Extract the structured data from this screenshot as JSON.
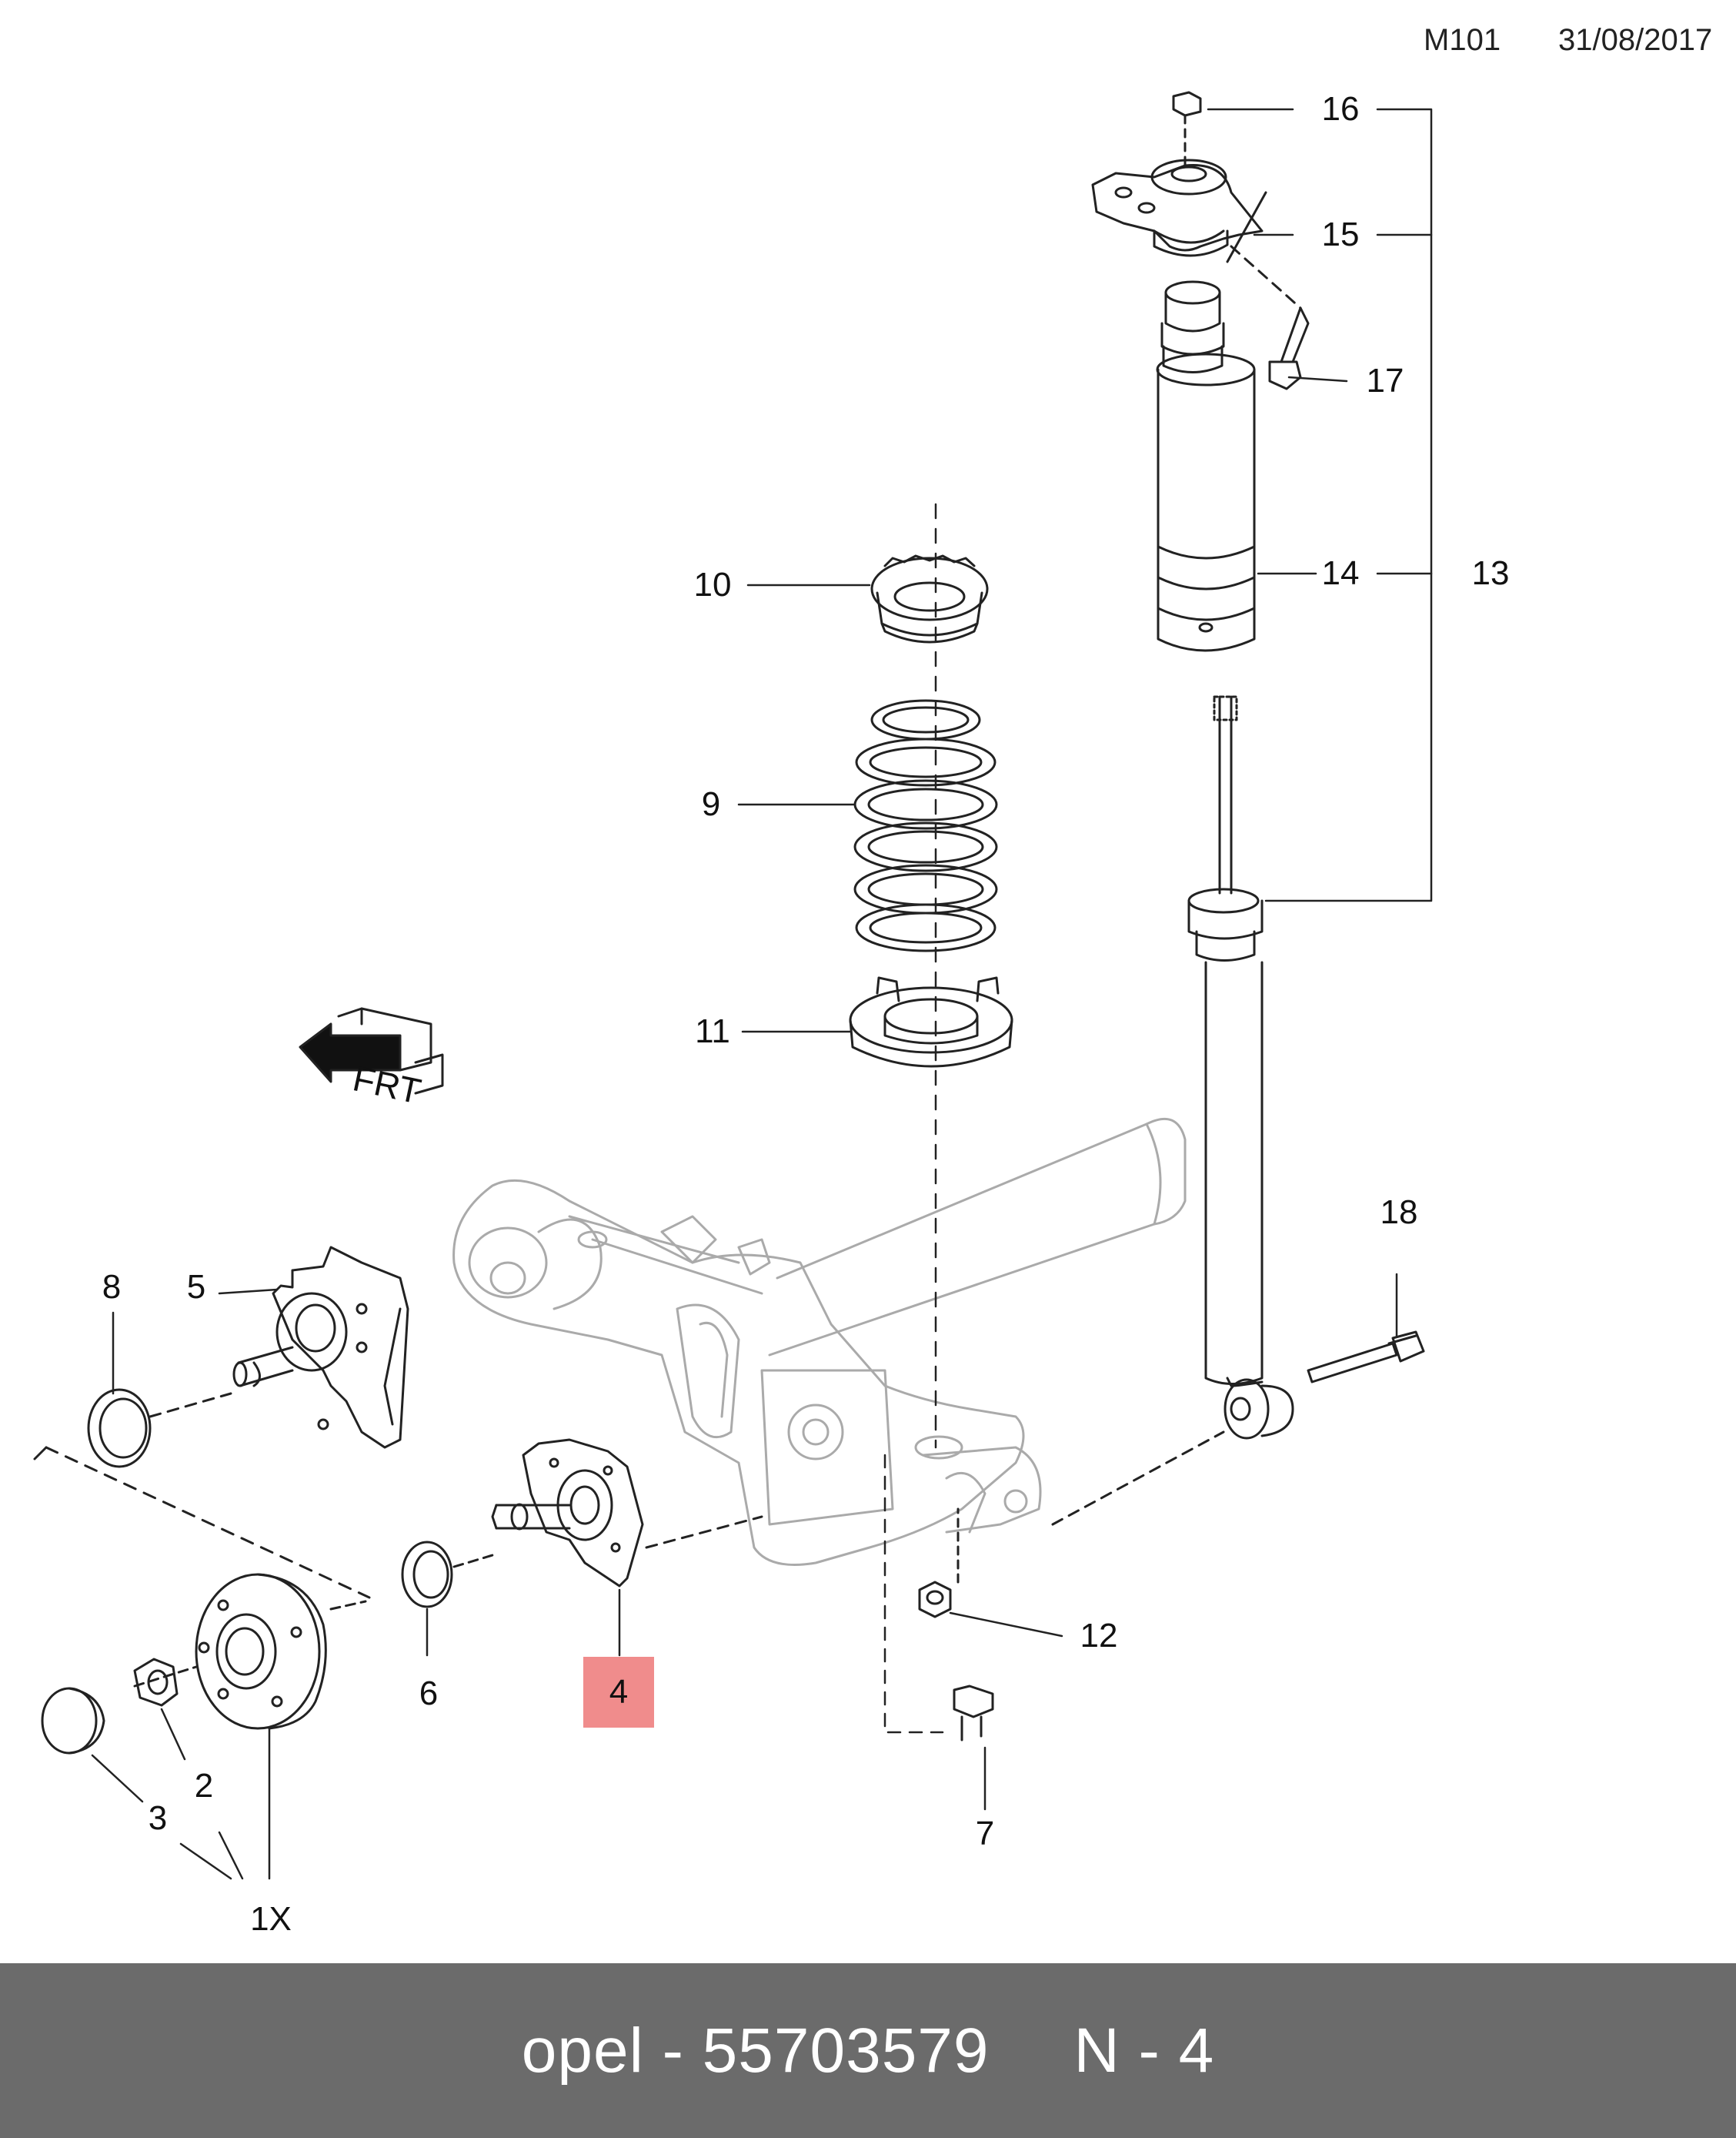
{
  "header": {
    "code": "M101",
    "date": "31/08/2017"
  },
  "callouts": {
    "c1x": "1X",
    "c2": "2",
    "c3": "3",
    "c4": "4",
    "c5": "5",
    "c6": "6",
    "c7": "7",
    "c8": "8",
    "c9": "9",
    "c10": "10",
    "c11": "11",
    "c12": "12",
    "c13": "13",
    "c14": "14",
    "c15": "15",
    "c16": "16",
    "c17": "17",
    "c18": "18"
  },
  "highlighted_callout": "4",
  "front_indicator": "FRT",
  "footer": {
    "left": "opel - 55703579",
    "right": "N - 4"
  }
}
